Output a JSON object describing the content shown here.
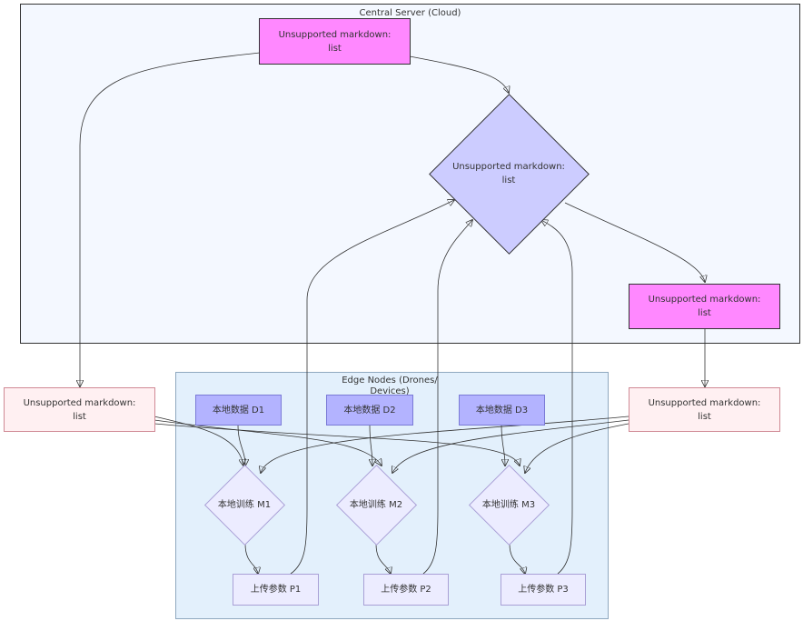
{
  "clusters": {
    "central": {
      "title": "Central Server (Cloud)"
    },
    "edge": {
      "title": "Edge Nodes (Drones/ Devices)"
    }
  },
  "nodes": {
    "server_top": {
      "line1": "Unsupported markdown:",
      "line2": "list"
    },
    "server_diamond": {
      "line1": "Unsupported markdown:",
      "line2": "list"
    },
    "server_right": {
      "line1": "Unsupported markdown:",
      "line2": "list"
    },
    "broadcast_left": {
      "line1": "Unsupported markdown:",
      "line2": "list"
    },
    "broadcast_right": {
      "line1": "Unsupported markdown:",
      "line2": "list"
    },
    "data_d1": "本地数据 D1",
    "data_d2": "本地数据 D2",
    "data_d3": "本地数据 D3",
    "train_m1": "本地训练 M1",
    "train_m2": "本地训练 M2",
    "train_m3": "本地训练 M3",
    "upload_p1": "上传参数 P1",
    "upload_p2": "上传参数 P2",
    "upload_p3": "上传参数 P3"
  },
  "colors": {
    "central_bg": "#f4f8ff",
    "central_border": "#333333",
    "edge_bg": "#e3f0fc",
    "edge_border": "#8fa8bf",
    "magenta_fill": "#ff88ff",
    "purple_fill": "#ccccff",
    "pink_fill": "#fff0f2",
    "pink_border": "#d08a95",
    "blue_fill": "#b3b3ff",
    "lavender_fill": "#ececff",
    "lavender_border": "#a9a0d6"
  }
}
